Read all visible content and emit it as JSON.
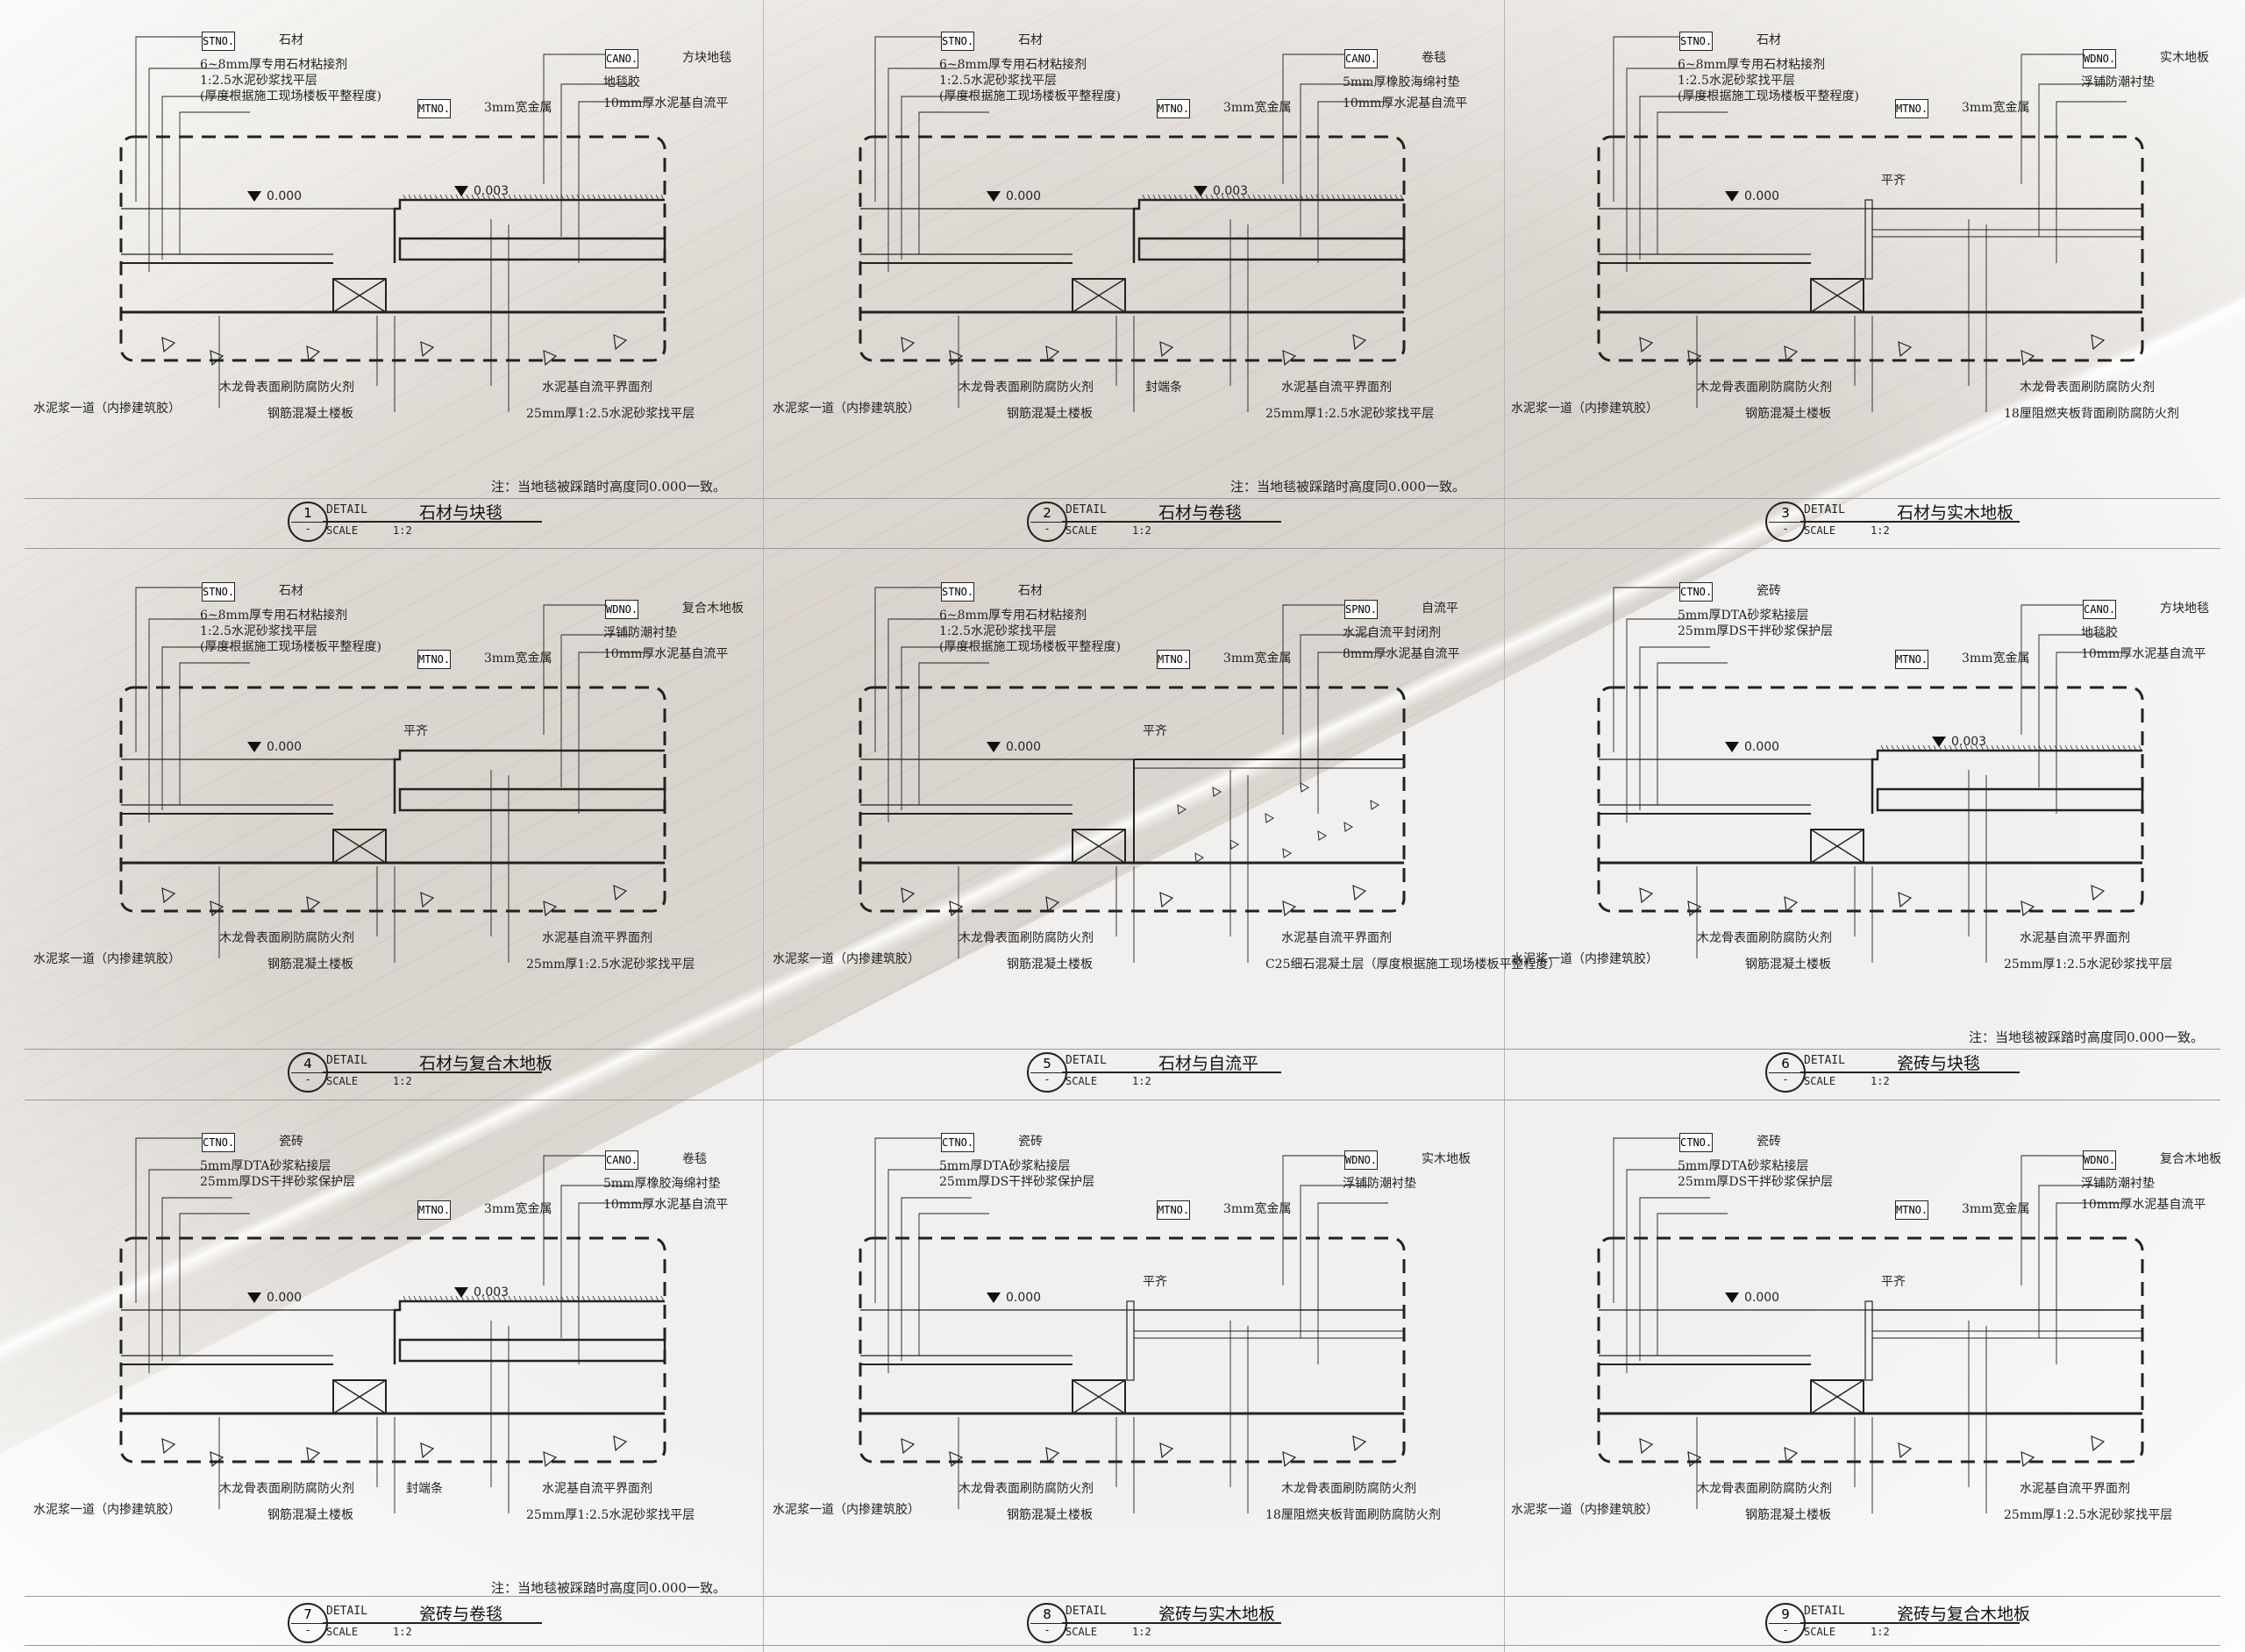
{
  "sheet": {
    "colors": {
      "line": "#222222",
      "wood": "#d9d4cd",
      "paper": "#f1f0ee"
    },
    "panels": [
      {
        "id": 1,
        "number": "1",
        "title": "石材与块毯",
        "detail_word": "DETAIL",
        "scale_word": "SCALE",
        "scale": "1:2",
        "left_tag": {
          "code": "ST",
          "no": "NO.",
          "text": "石材"
        },
        "left_lines": [
          "6~8mm厚专用石材粘接剂",
          "1:2.5水泥砂浆找平层",
          "(厚度根据施工现场楼板平整程度)"
        ],
        "mid_tag": {
          "code": "MT",
          "no": "NO.",
          "text": "3mm宽金属"
        },
        "right_tag": {
          "code": "CA",
          "no": "NO.",
          "text": "方块地毯"
        },
        "right_lines": [
          "地毯胶",
          "10mm厚水泥基自流平"
        ],
        "elev_left": "0.000",
        "elev_right": "0.003",
        "align_text": "",
        "bottom_left": [
          "水泥浆一道（内掺建筑胶）"
        ],
        "bottom_center": [
          "木龙骨表面刷防腐防火剂",
          "钢筋混凝土楼板"
        ],
        "bottom_mid": "",
        "bottom_right": [
          "水泥基自流平界面剂",
          "25mm厚1:2.5水泥砂浆找平层"
        ],
        "note": "注：当地毯被踩踏时高度同0.000一致。",
        "type": "carpet-step"
      },
      {
        "id": 2,
        "number": "2",
        "title": "石材与卷毯",
        "detail_word": "DETAIL",
        "scale_word": "SCALE",
        "scale": "1:2",
        "left_tag": {
          "code": "ST",
          "no": "NO.",
          "text": "石材"
        },
        "left_lines": [
          "6~8mm厚专用石材粘接剂",
          "1:2.5水泥砂浆找平层",
          "(厚度根据施工现场楼板平整程度)"
        ],
        "mid_tag": {
          "code": "MT",
          "no": "NO.",
          "text": "3mm宽金属"
        },
        "right_tag": {
          "code": "CA",
          "no": "NO.",
          "text": "卷毯"
        },
        "right_lines": [
          "5mm厚橡胶海绵衬垫",
          "10mm厚水泥基自流平"
        ],
        "elev_left": "0.000",
        "elev_right": "0.003",
        "align_text": "",
        "bottom_left": [
          "水泥浆一道（内掺建筑胶）"
        ],
        "bottom_center": [
          "木龙骨表面刷防腐防火剂",
          "钢筋混凝土楼板"
        ],
        "bottom_mid": "封端条",
        "bottom_right": [
          "水泥基自流平界面剂",
          "25mm厚1:2.5水泥砂浆找平层"
        ],
        "note": "注：当地毯被踩踏时高度同0.000一致。",
        "type": "carpet-step"
      },
      {
        "id": 3,
        "number": "3",
        "title": "石材与实木地板",
        "detail_word": "DETAIL",
        "scale_word": "SCALE",
        "scale": "1:2",
        "left_tag": {
          "code": "ST",
          "no": "NO.",
          "text": "石材"
        },
        "left_lines": [
          "6~8mm厚专用石材粘接剂",
          "1:2.5水泥砂浆找平层",
          "(厚度根据施工现场楼板平整程度)"
        ],
        "mid_tag": {
          "code": "MT",
          "no": "NO.",
          "text": "3mm宽金属"
        },
        "right_tag": {
          "code": "WD",
          "no": "NO.",
          "text": "实木地板"
        },
        "right_lines": [
          "浮铺防潮衬垫"
        ],
        "elev_left": "0.000",
        "elev_right": "",
        "align_text": "平齐",
        "bottom_left": [
          "水泥浆一道（内掺建筑胶）"
        ],
        "bottom_center": [
          "木龙骨表面刷防腐防火剂",
          "钢筋混凝土楼板"
        ],
        "bottom_mid": "",
        "bottom_right": [
          "木龙骨表面刷防腐防火剂",
          "18厘阻燃夹板背面刷防腐防火剂"
        ],
        "note": "",
        "type": "flush"
      },
      {
        "id": 4,
        "number": "4",
        "title": "石材与复合木地板",
        "detail_word": "DETAIL",
        "scale_word": "SCALE",
        "scale": "1:2",
        "left_tag": {
          "code": "ST",
          "no": "NO.",
          "text": "石材"
        },
        "left_lines": [
          "6~8mm厚专用石材粘接剂",
          "1:2.5水泥砂浆找平层",
          "(厚度根据施工现场楼板平整程度)"
        ],
        "mid_tag": {
          "code": "MT",
          "no": "NO.",
          "text": "3mm宽金属"
        },
        "right_tag": {
          "code": "WD",
          "no": "NO.",
          "text": "复合木地板"
        },
        "right_lines": [
          "浮铺防潮衬垫",
          "10mm厚水泥基自流平"
        ],
        "elev_left": "0.000",
        "elev_right": "",
        "align_text": "平齐",
        "bottom_left": [
          "水泥浆一道（内掺建筑胶）"
        ],
        "bottom_center": [
          "木龙骨表面刷防腐防火剂",
          "钢筋混凝土楼板"
        ],
        "bottom_mid": "",
        "bottom_right": [
          "水泥基自流平界面剂",
          "25mm厚1:2.5水泥砂浆找平层"
        ],
        "note": "",
        "type": "flush-step"
      },
      {
        "id": 5,
        "number": "5",
        "title": "石材与自流平",
        "detail_word": "DETAIL",
        "scale_word": "SCALE",
        "scale": "1:2",
        "left_tag": {
          "code": "ST",
          "no": "NO.",
          "text": "石材"
        },
        "left_lines": [
          "6~8mm厚专用石材粘接剂",
          "1:2.5水泥砂浆找平层",
          "(厚度根据施工现场楼板平整程度)"
        ],
        "mid_tag": {
          "code": "MT",
          "no": "NO.",
          "text": "3mm宽金属"
        },
        "right_tag": {
          "code": "SP",
          "no": "NO.",
          "text": "自流平"
        },
        "right_lines": [
          "水泥自流平封闭剂",
          "8mm厚水泥基自流平"
        ],
        "elev_left": "0.000",
        "elev_right": "",
        "align_text": "平齐",
        "bottom_left": [
          "水泥浆一道（内掺建筑胶）"
        ],
        "bottom_center": [
          "木龙骨表面刷防腐防火剂",
          "钢筋混凝土楼板"
        ],
        "bottom_mid": "",
        "bottom_right": [
          "水泥基自流平界面剂",
          "C25细石混凝土层（厚度根据施工现场楼板平整程度）"
        ],
        "note": "",
        "type": "concrete"
      },
      {
        "id": 6,
        "number": "6",
        "title": "瓷砖与块毯",
        "detail_word": "DETAIL",
        "scale_word": "SCALE",
        "scale": "1:2",
        "left_tag": {
          "code": "CT",
          "no": "NO.",
          "text": "瓷砖"
        },
        "left_lines": [
          "5mm厚DTA砂浆粘接层",
          "25mm厚DS干拌砂浆保护层"
        ],
        "mid_tag": {
          "code": "MT",
          "no": "NO.",
          "text": "3mm宽金属"
        },
        "right_tag": {
          "code": "CA",
          "no": "NO.",
          "text": "方块地毯"
        },
        "right_lines": [
          "地毯胶",
          "10mm厚水泥基自流平"
        ],
        "elev_left": "0.000",
        "elev_right": "0.003",
        "align_text": "",
        "bottom_left": [
          "水泥浆一道（内掺建筑胶）"
        ],
        "bottom_center": [
          "木龙骨表面刷防腐防火剂",
          "钢筋混凝土楼板"
        ],
        "bottom_mid": "",
        "bottom_right": [
          "水泥基自流平界面剂",
          "25mm厚1:2.5水泥砂浆找平层"
        ],
        "note": "注：当地毯被踩踏时高度同0.000一致。",
        "type": "carpet-step"
      },
      {
        "id": 7,
        "number": "7",
        "title": "瓷砖与卷毯",
        "detail_word": "DETAIL",
        "scale_word": "SCALE",
        "scale": "1:2",
        "left_tag": {
          "code": "CT",
          "no": "NO.",
          "text": "瓷砖"
        },
        "left_lines": [
          "5mm厚DTA砂浆粘接层",
          "25mm厚DS干拌砂浆保护层"
        ],
        "mid_tag": {
          "code": "MT",
          "no": "NO.",
          "text": "3mm宽金属"
        },
        "right_tag": {
          "code": "CA",
          "no": "NO.",
          "text": "卷毯"
        },
        "right_lines": [
          "5mm厚橡胶海绵衬垫",
          "10mm厚水泥基自流平"
        ],
        "elev_left": "0.000",
        "elev_right": "0.003",
        "align_text": "",
        "bottom_left": [
          "水泥浆一道（内掺建筑胶）"
        ],
        "bottom_center": [
          "木龙骨表面刷防腐防火剂",
          "钢筋混凝土楼板"
        ],
        "bottom_mid": "封端条",
        "bottom_right": [
          "水泥基自流平界面剂",
          "25mm厚1:2.5水泥砂浆找平层"
        ],
        "note": "注：当地毯被踩踏时高度同0.000一致。",
        "type": "carpet-step"
      },
      {
        "id": 8,
        "number": "8",
        "title": "瓷砖与实木地板",
        "detail_word": "DETAIL",
        "scale_word": "SCALE",
        "scale": "1:2",
        "left_tag": {
          "code": "CT",
          "no": "NO.",
          "text": "瓷砖"
        },
        "left_lines": [
          "5mm厚DTA砂浆粘接层",
          "25mm厚DS干拌砂浆保护层"
        ],
        "mid_tag": {
          "code": "MT",
          "no": "NO.",
          "text": "3mm宽金属"
        },
        "right_tag": {
          "code": "WD",
          "no": "NO.",
          "text": "实木地板"
        },
        "right_lines": [
          "浮铺防潮衬垫"
        ],
        "elev_left": "0.000",
        "elev_right": "",
        "align_text": "平齐",
        "bottom_left": [
          "水泥浆一道（内掺建筑胶）"
        ],
        "bottom_center": [
          "木龙骨表面刷防腐防火剂",
          "钢筋混凝土楼板"
        ],
        "bottom_mid": "",
        "bottom_right": [
          "木龙骨表面刷防腐防火剂",
          "18厘阻燃夹板背面刷防腐防火剂"
        ],
        "note": "",
        "type": "flush"
      },
      {
        "id": 9,
        "number": "9",
        "title": "瓷砖与复合木地板",
        "detail_word": "DETAIL",
        "scale_word": "SCALE",
        "scale": "1:2",
        "left_tag": {
          "code": "CT",
          "no": "NO.",
          "text": "瓷砖"
        },
        "left_lines": [
          "5mm厚DTA砂浆粘接层",
          "25mm厚DS干拌砂浆保护层"
        ],
        "mid_tag": {
          "code": "MT",
          "no": "NO.",
          "text": "3mm宽金属"
        },
        "right_tag": {
          "code": "WD",
          "no": "NO.",
          "text": "复合木地板"
        },
        "right_lines": [
          "浮铺防潮衬垫",
          "10mm厚水泥基自流平"
        ],
        "elev_left": "0.000",
        "elev_right": "",
        "align_text": "平齐",
        "bottom_left": [
          "水泥浆一道（内掺建筑胶）"
        ],
        "bottom_center": [
          "木龙骨表面刷防腐防火剂",
          "钢筋混凝土楼板"
        ],
        "bottom_mid": "",
        "bottom_right": [
          "水泥基自流平界面剂",
          "25mm厚1:2.5水泥砂浆找平层"
        ],
        "note": "",
        "type": "flush"
      }
    ]
  }
}
